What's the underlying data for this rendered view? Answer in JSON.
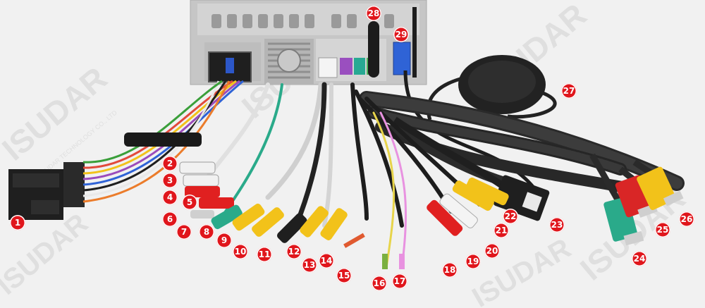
{
  "watermark": {
    "brand": "ISUDAR",
    "tagline": "ISUDAR TECHNOLOGY CO., LTD"
  },
  "callouts": [
    "1",
    "2",
    "3",
    "4",
    "5",
    "6",
    "7",
    "8",
    "9",
    "10",
    "11",
    "12",
    "13",
    "14",
    "15",
    "16",
    "17",
    "18",
    "19",
    "20",
    "21",
    "22",
    "23",
    "24",
    "25",
    "26",
    "27",
    "28",
    "29"
  ],
  "colors": {
    "callout": "#e0161c",
    "rca_red": "#e02020",
    "rca_yellow": "#f2c21a",
    "rca_white": "#f4f4f4",
    "rca_teal": "#2aaa8a",
    "harness": "#2a2a2a",
    "chassis": "#c9c9c9"
  }
}
